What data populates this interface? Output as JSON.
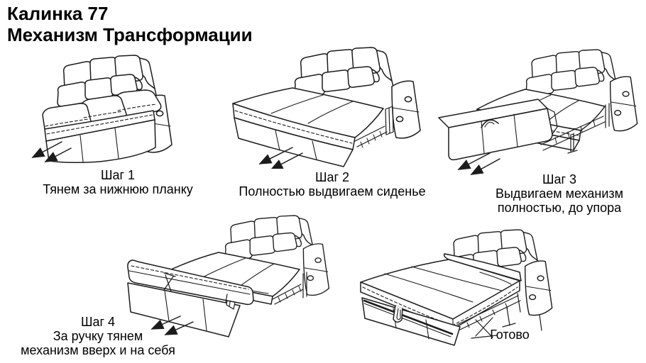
{
  "document": {
    "background": "#ffffff",
    "line_color": "#1c1c1c",
    "text_color": "#000000"
  },
  "title": {
    "line1": "Калинка 77",
    "line2": "Механизм Трансформации"
  },
  "steps": [
    {
      "label": "Шаг 1",
      "caption_lines": [
        "Тянем за нижнюю планку"
      ]
    },
    {
      "label": "Шаг 2",
      "caption_lines": [
        "Полностью выдвигаем сиденье"
      ]
    },
    {
      "label": "Шаг 3",
      "caption_lines": [
        "Выдвигаем механизм",
        "полностью, до упора"
      ]
    },
    {
      "label": "Шаг 4",
      "caption_lines": [
        "За ручку тянем",
        "механизм вверх и на себя"
      ]
    },
    {
      "label": "Готово",
      "caption_lines": []
    }
  ],
  "icons": {
    "pull_direction_arrows": "double-arrow-down-left"
  }
}
